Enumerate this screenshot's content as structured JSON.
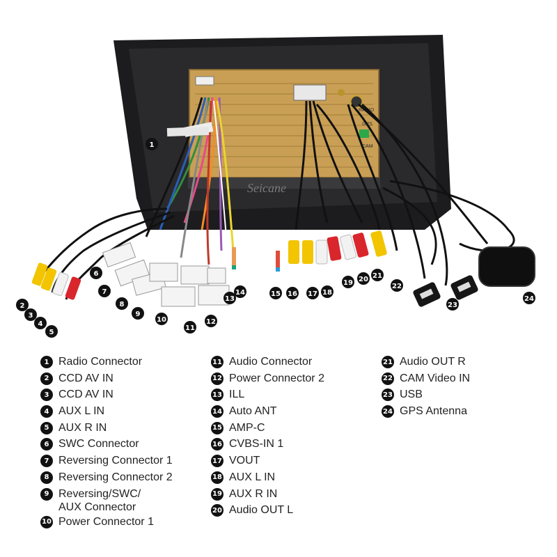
{
  "diagram": {
    "brand_watermark": "Seicane",
    "unit_labels": {
      "radio": "RADIO",
      "gps": "GPS",
      "cam": "CAM"
    },
    "callouts": [
      "1",
      "2",
      "3",
      "4",
      "5",
      "6",
      "7",
      "8",
      "9",
      "10",
      "11",
      "12",
      "13",
      "14",
      "15",
      "16",
      "17",
      "18",
      "19",
      "20",
      "21",
      "22",
      "23",
      "24"
    ]
  },
  "legend": {
    "columns": [
      [
        {
          "num": "1",
          "label": "Radio Connector"
        },
        {
          "num": "2",
          "label": "CCD AV IN"
        },
        {
          "num": "3",
          "label": "CCD AV IN"
        },
        {
          "num": "4",
          "label": "AUX L IN"
        },
        {
          "num": "5",
          "label": "AUX R IN"
        },
        {
          "num": "6",
          "label": "SWC Connector"
        },
        {
          "num": "7",
          "label": "Reversing Connector 1"
        },
        {
          "num": "8",
          "label": "Reversing Connector 2"
        },
        {
          "num": "9",
          "label": "Reversing/SWC/\nAUX Connector"
        },
        {
          "num": "10",
          "label": "Power Connector 1"
        }
      ],
      [
        {
          "num": "11",
          "label": "Audio Connector"
        },
        {
          "num": "12",
          "label": "Power Connector 2"
        },
        {
          "num": "13",
          "label": "ILL"
        },
        {
          "num": "14",
          "label": "Auto ANT"
        },
        {
          "num": "15",
          "label": "AMP-C"
        },
        {
          "num": "16",
          "label": "CVBS-IN 1"
        },
        {
          "num": "17",
          "label": "VOUT"
        },
        {
          "num": "18",
          "label": "AUX L IN"
        },
        {
          "num": "19",
          "label": "AUX R IN"
        },
        {
          "num": "20",
          "label": "Audio OUT L"
        }
      ],
      [
        {
          "num": "21",
          "label": "Audio OUT R"
        },
        {
          "num": "22",
          "label": "CAM Video IN"
        },
        {
          "num": "23",
          "label": "USB"
        },
        {
          "num": "24",
          "label": "GPS Antenna"
        }
      ]
    ]
  },
  "colors": {
    "frame": "#1c1c1e",
    "panel": "#c99f55",
    "rca_yellow": "#f2c500",
    "rca_white": "#f2f2f2",
    "rca_red": "#d9262c",
    "badge": "#111111"
  }
}
